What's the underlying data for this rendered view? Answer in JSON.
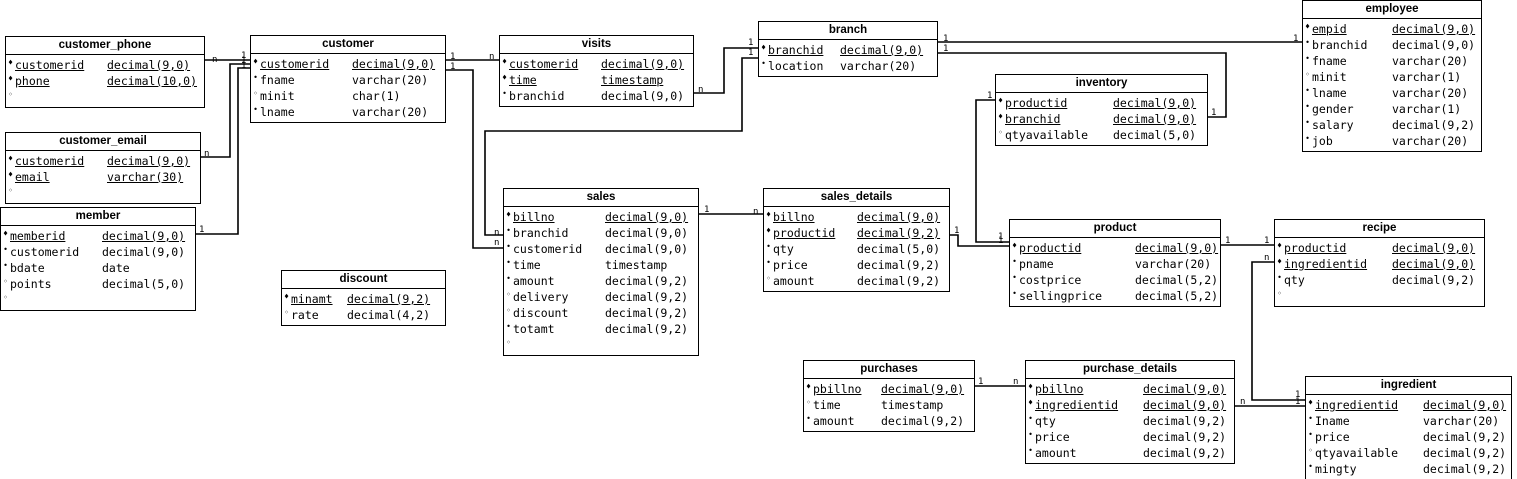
{
  "entities": {
    "customer_phone": {
      "name": "customer_phone",
      "attrs": [
        {
          "mark": "♦",
          "name": "customerid",
          "type": "decimal(9,0)",
          "pk": true
        },
        {
          "mark": "♦",
          "name": "phone",
          "type": "decimal(10,0)",
          "pk": true
        },
        {
          "mark": "◦",
          "name": "",
          "type": "",
          "pk": false
        }
      ]
    },
    "customer_email": {
      "name": "customer_email",
      "attrs": [
        {
          "mark": "♦",
          "name": "customerid",
          "type": "decimal(9,0)",
          "pk": true
        },
        {
          "mark": "♦",
          "name": "email",
          "type": "varchar(30)",
          "pk": true
        },
        {
          "mark": "◦",
          "name": "",
          "type": "",
          "pk": false
        }
      ]
    },
    "member": {
      "name": "member",
      "attrs": [
        {
          "mark": "♦",
          "name": "memberid",
          "type": "decimal(9,0)",
          "pk": true
        },
        {
          "mark": "•",
          "name": "customerid",
          "type": "decimal(9,0)",
          "pk": false
        },
        {
          "mark": "•",
          "name": "bdate",
          "type": "date",
          "pk": false
        },
        {
          "mark": "◦",
          "name": "points",
          "type": "decimal(5,0)",
          "pk": false
        },
        {
          "mark": "◦",
          "name": "",
          "type": "",
          "pk": false
        }
      ]
    },
    "customer": {
      "name": "customer",
      "attrs": [
        {
          "mark": "♦",
          "name": "customerid",
          "type": "decimal(9,0)",
          "pk": true
        },
        {
          "mark": "•",
          "name": "fname",
          "type": "varchar(20)",
          "pk": false
        },
        {
          "mark": "◦",
          "name": "minit",
          "type": "char(1)",
          "pk": false
        },
        {
          "mark": "•",
          "name": "lname",
          "type": "varchar(20)",
          "pk": false
        }
      ]
    },
    "discount": {
      "name": "discount",
      "attrs": [
        {
          "mark": "♦",
          "name": "minamt",
          "type": "decimal(9,2)",
          "pk": true
        },
        {
          "mark": "◦",
          "name": "rate",
          "type": "decimal(4,2)",
          "pk": false
        }
      ]
    },
    "visits": {
      "name": "visits",
      "attrs": [
        {
          "mark": "♦",
          "name": "customerid",
          "type": "decimal(9,0)",
          "pk": true
        },
        {
          "mark": "♦",
          "name": "time",
          "type": "timestamp",
          "pk": true
        },
        {
          "mark": "•",
          "name": "branchid",
          "type": "decimal(9,0)",
          "pk": false
        }
      ]
    },
    "sales": {
      "name": "sales",
      "attrs": [
        {
          "mark": "♦",
          "name": "billno",
          "type": "decimal(9,0)",
          "pk": true
        },
        {
          "mark": "•",
          "name": "branchid",
          "type": "decimal(9,0)",
          "pk": false
        },
        {
          "mark": "•",
          "name": "customerid",
          "type": "decimal(9,0)",
          "pk": false
        },
        {
          "mark": "•",
          "name": "time",
          "type": "timestamp",
          "pk": false
        },
        {
          "mark": "•",
          "name": "amount",
          "type": "decimal(9,2)",
          "pk": false
        },
        {
          "mark": "◦",
          "name": "delivery",
          "type": "decimal(9,2)",
          "pk": false
        },
        {
          "mark": "◦",
          "name": "discount",
          "type": "decimal(9,2)",
          "pk": false
        },
        {
          "mark": "•",
          "name": "totamt",
          "type": "decimal(9,2)",
          "pk": false
        },
        {
          "mark": "◦",
          "name": "",
          "type": "",
          "pk": false
        }
      ]
    },
    "branch": {
      "name": "branch",
      "attrs": [
        {
          "mark": "♦",
          "name": "branchid",
          "type": "decimal(9,0)",
          "pk": true
        },
        {
          "mark": "•",
          "name": "location",
          "type": "varchar(20)",
          "pk": false
        }
      ]
    },
    "sales_details": {
      "name": "sales_details",
      "attrs": [
        {
          "mark": "♦",
          "name": "billno",
          "type": "decimal(9,0)",
          "pk": true
        },
        {
          "mark": "♦",
          "name": "productid",
          "type": "decimal(9,2)",
          "pk": true
        },
        {
          "mark": "•",
          "name": "qty",
          "type": "decimal(5,0)",
          "pk": false
        },
        {
          "mark": "•",
          "name": "price",
          "type": "decimal(9,2)",
          "pk": false
        },
        {
          "mark": "◦",
          "name": "amount",
          "type": "decimal(9,2)",
          "pk": false
        }
      ]
    },
    "inventory": {
      "name": "inventory",
      "attrs": [
        {
          "mark": "♦",
          "name": "productid",
          "type": "decimal(9,0)",
          "pk": true
        },
        {
          "mark": "♦",
          "name": "branchid",
          "type": "decimal(9,0)",
          "pk": true
        },
        {
          "mark": "◦",
          "name": "qtyavailable",
          "type": "decimal(5,0)",
          "pk": false
        }
      ]
    },
    "product": {
      "name": "product",
      "attrs": [
        {
          "mark": "♦",
          "name": "productid",
          "type": "decimal(9,0)",
          "pk": true
        },
        {
          "mark": "•",
          "name": "pname",
          "type": "varchar(20)",
          "pk": false
        },
        {
          "mark": "•",
          "name": "costprice",
          "type": "decimal(5,2)",
          "pk": false
        },
        {
          "mark": "•",
          "name": "sellingprice",
          "type": "decimal(5,2)",
          "pk": false
        }
      ]
    },
    "employee": {
      "name": "employee",
      "attrs": [
        {
          "mark": "♦",
          "name": "empid",
          "type": "decimal(9,0)",
          "pk": true
        },
        {
          "mark": "•",
          "name": "branchid",
          "type": "decimal(9,0)",
          "pk": false
        },
        {
          "mark": "•",
          "name": "fname",
          "type": "varchar(20)",
          "pk": false
        },
        {
          "mark": "◦",
          "name": "minit",
          "type": "varchar(1)",
          "pk": false
        },
        {
          "mark": "•",
          "name": "lname",
          "type": "varchar(20)",
          "pk": false
        },
        {
          "mark": "•",
          "name": "gender",
          "type": "varchar(1)",
          "pk": false
        },
        {
          "mark": "•",
          "name": "salary",
          "type": "decimal(9,2)",
          "pk": false
        },
        {
          "mark": "•",
          "name": "job",
          "type": "varchar(20)",
          "pk": false
        }
      ]
    },
    "recipe": {
      "name": "recipe",
      "attrs": [
        {
          "mark": "♦",
          "name": "productid",
          "type": "decimal(9,0)",
          "pk": true
        },
        {
          "mark": "♦",
          "name": "ingredientid",
          "type": "decimal(9,0)",
          "pk": true
        },
        {
          "mark": "•",
          "name": "qty",
          "type": "decimal(9,2)",
          "pk": false
        },
        {
          "mark": "◦",
          "name": "",
          "type": "",
          "pk": false
        }
      ]
    },
    "purchases": {
      "name": "purchases",
      "attrs": [
        {
          "mark": "♦",
          "name": "pbillno",
          "type": "decimal(9,0)",
          "pk": true
        },
        {
          "mark": "◦",
          "name": "time",
          "type": "timestamp",
          "pk": false
        },
        {
          "mark": "•",
          "name": "amount",
          "type": "decimal(9,2)",
          "pk": false
        }
      ]
    },
    "purchase_details": {
      "name": "purchase_details",
      "attrs": [
        {
          "mark": "♦",
          "name": "pbillno",
          "type": "decimal(9,0)",
          "pk": true
        },
        {
          "mark": "♦",
          "name": "ingredientid",
          "type": "decimal(9,0)",
          "pk": true
        },
        {
          "mark": "•",
          "name": "qty",
          "type": "decimal(9,2)",
          "pk": false
        },
        {
          "mark": "•",
          "name": "price",
          "type": "decimal(9,2)",
          "pk": false
        },
        {
          "mark": "•",
          "name": "amount",
          "type": "decimal(9,2)",
          "pk": false
        }
      ]
    },
    "ingredient": {
      "name": "ingredient",
      "attrs": [
        {
          "mark": "♦",
          "name": "ingredientid",
          "type": "decimal(9,0)",
          "pk": true
        },
        {
          "mark": "•",
          "name": "Iname",
          "type": "varchar(20)",
          "pk": false
        },
        {
          "mark": "•",
          "name": "price",
          "type": "decimal(9,2)",
          "pk": false
        },
        {
          "mark": "◦",
          "name": "qtyavailable",
          "type": "decimal(9,2)",
          "pk": false
        },
        {
          "mark": "•",
          "name": "mingty",
          "type": "decimal(9,2)",
          "pk": false
        }
      ]
    }
  },
  "relationships": [
    {
      "from": "customer",
      "to": "customer_phone",
      "from_card": "1",
      "to_card": "n"
    },
    {
      "from": "customer",
      "to": "customer_email",
      "from_card": "1",
      "to_card": "n"
    },
    {
      "from": "customer",
      "to": "member",
      "from_card": "1",
      "to_card": "1"
    },
    {
      "from": "customer",
      "to": "visits",
      "from_card": "1",
      "to_card": "n"
    },
    {
      "from": "customer",
      "to": "sales",
      "from_card": "1",
      "to_card": "n"
    },
    {
      "from": "branch",
      "to": "visits",
      "from_card": "1",
      "to_card": "n"
    },
    {
      "from": "branch",
      "to": "sales",
      "from_card": "1",
      "to_card": "n"
    },
    {
      "from": "branch",
      "to": "employee",
      "from_card": "1",
      "to_card": "1"
    },
    {
      "from": "branch",
      "to": "inventory",
      "from_card": "1",
      "to_card": "1"
    },
    {
      "from": "sales",
      "to": "sales_details",
      "from_card": "1",
      "to_card": "n"
    },
    {
      "from": "product",
      "to": "sales_details",
      "from_card": "1",
      "to_card": "1"
    },
    {
      "from": "product",
      "to": "inventory",
      "from_card": "1",
      "to_card": "1"
    },
    {
      "from": "product",
      "to": "recipe",
      "from_card": "1",
      "to_card": "1"
    },
    {
      "from": "ingredient",
      "to": "recipe",
      "from_card": "1",
      "to_card": "n"
    },
    {
      "from": "purchases",
      "to": "purchase_details",
      "from_card": "1",
      "to_card": "n"
    },
    {
      "from": "ingredient",
      "to": "purchase_details",
      "from_card": "1",
      "to_card": "n"
    }
  ]
}
